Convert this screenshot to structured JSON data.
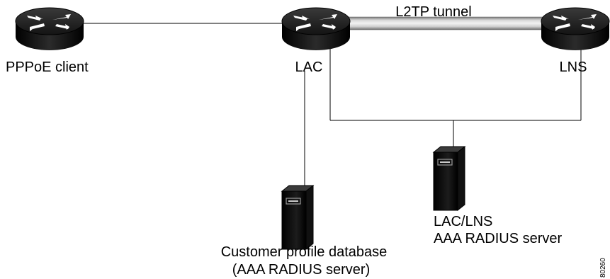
{
  "labels": {
    "pppoe_client": "PPPoE client",
    "lac": "LAC",
    "lns": "LNS",
    "tunnel": "L2TP tunnel",
    "lac_lns_server_line1": "LAC/LNS",
    "lac_lns_server_line2": "AAA RADIUS server",
    "customer_db_line1": "Customer profile database",
    "customer_db_line2": "(AAA RADIUS server)",
    "figure_id": "80260"
  },
  "icons": {
    "router": "router-icon",
    "server": "server-icon"
  },
  "colors": {
    "line": "#000000",
    "device_dark": "#1a1a1a",
    "device_black": "#000000",
    "tunnel_light": "#e6e6e6",
    "tunnel_dark": "#8c8c8c",
    "arrow": "#ffffff"
  }
}
